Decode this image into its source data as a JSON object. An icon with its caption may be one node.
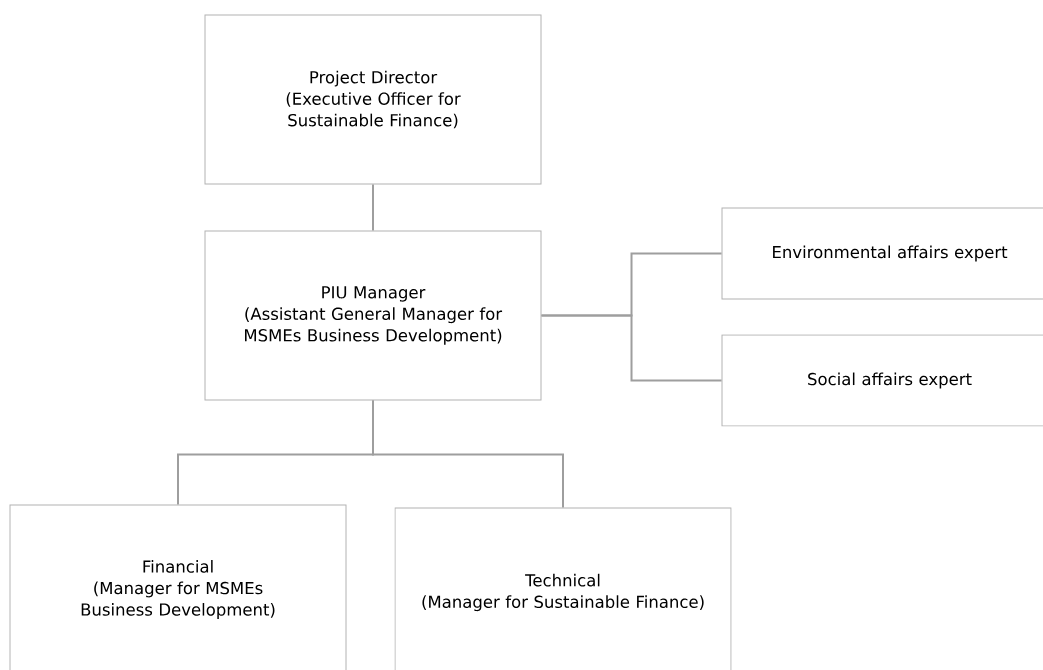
{
  "diagram": {
    "nodes": [
      {
        "text": [
          "Project Director",
          "(Executive Officer for Sustainable Finance)"
        ]
      },
      {
        "text": [
          "PIU Manager",
          "(Assistant General Manager for MSMEs Business Development)"
        ]
      },
      {
        "text": [
          "Environmental affairs expert"
        ]
      },
      {
        "text": [
          "Social affairs expert"
        ]
      },
      {
        "text": [
          "Financial",
          "(Manager for MSMEs Business Development)"
        ]
      },
      {
        "text": [
          "Technical",
          "(Manager for Sustainable Finance)"
        ]
      }
    ],
    "edges": [
      {
        "from": 0,
        "to": 1,
        "arrow": "none"
      },
      {
        "from": 1,
        "to": 2,
        "arrow": "none"
      },
      {
        "from": 1,
        "to": 3,
        "arrow": "none"
      },
      {
        "from": 1,
        "to": 4,
        "arrow": "none"
      },
      {
        "from": 1,
        "to": 5,
        "arrow": "none"
      }
    ]
  }
}
